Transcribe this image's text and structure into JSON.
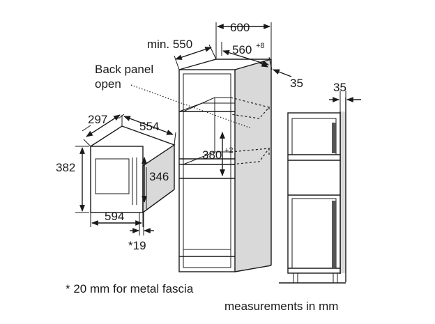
{
  "dimensions": {
    "cabinet_width": "600",
    "min_depth": "min. 550",
    "niche_width": "560",
    "niche_width_tol": "+8",
    "side_offset": "35",
    "back_panel_label_line1": "Back panel",
    "back_panel_label_line2": "open",
    "niche_height": "380",
    "niche_height_tol": "+2",
    "appliance_depth": "297",
    "appliance_width_top": "554",
    "appliance_height": "382",
    "inner_height": "346",
    "front_width": "594",
    "fascia_depth": "*19",
    "side_view_offset": "35"
  },
  "notes": {
    "fascia_note": "* 20 mm for metal fascia",
    "units_note": "measurements in mm"
  }
}
